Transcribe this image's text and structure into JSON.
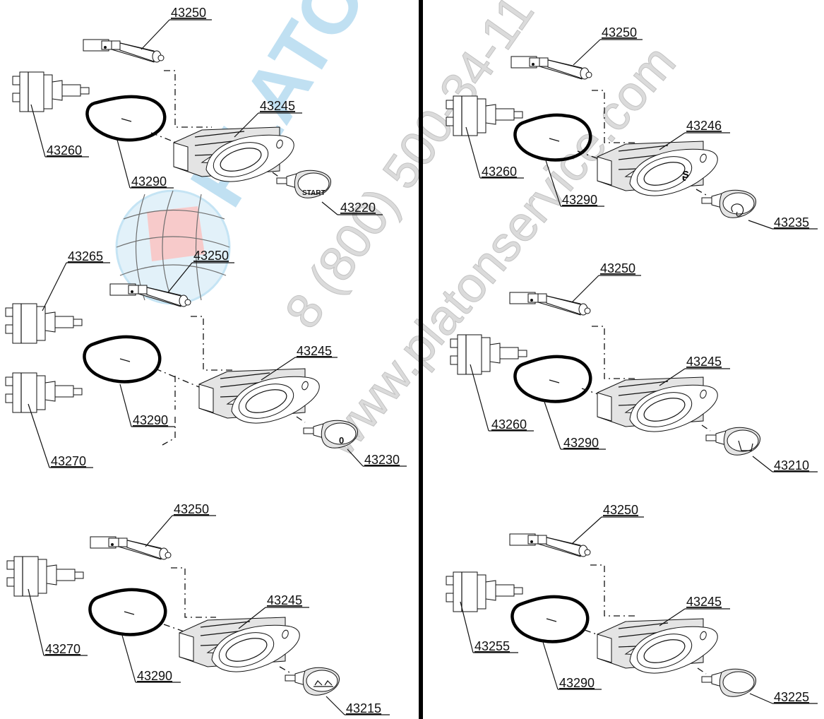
{
  "watermark": {
    "brand": "PLATON SER",
    "phone": "8 (800) 500-34-11",
    "site": "www.platonservice.com",
    "brand_color": "#8ec8e8",
    "accent_color": "#f3a7a7"
  },
  "panels": [
    {
      "rod": "43250",
      "switch": "43260",
      "ring": "43290",
      "housing": "43245",
      "knob": "43220",
      "knob_mark": "START"
    },
    {
      "rod": "43250",
      "switch": "43260",
      "ring": "43290",
      "housing": "43246",
      "knob": "43235",
      "knob_mark": ""
    },
    {
      "rod": "43250",
      "switch": "43265",
      "switch_alt": "43270",
      "ring": "43290",
      "housing": "43245",
      "knob": "43230",
      "knob_mark": "0"
    },
    {
      "rod": "43250",
      "switch": "43260",
      "ring": "43290",
      "housing": "43245",
      "knob": "43210",
      "knob_mark": ""
    },
    {
      "rod": "43250",
      "switch": "43270",
      "ring": "43290",
      "housing": "43245",
      "knob": "43215",
      "knob_mark": ""
    },
    {
      "rod": "43250",
      "switch": "43255",
      "ring": "43290",
      "housing": "43245",
      "knob": "43225",
      "knob_mark": ""
    }
  ]
}
